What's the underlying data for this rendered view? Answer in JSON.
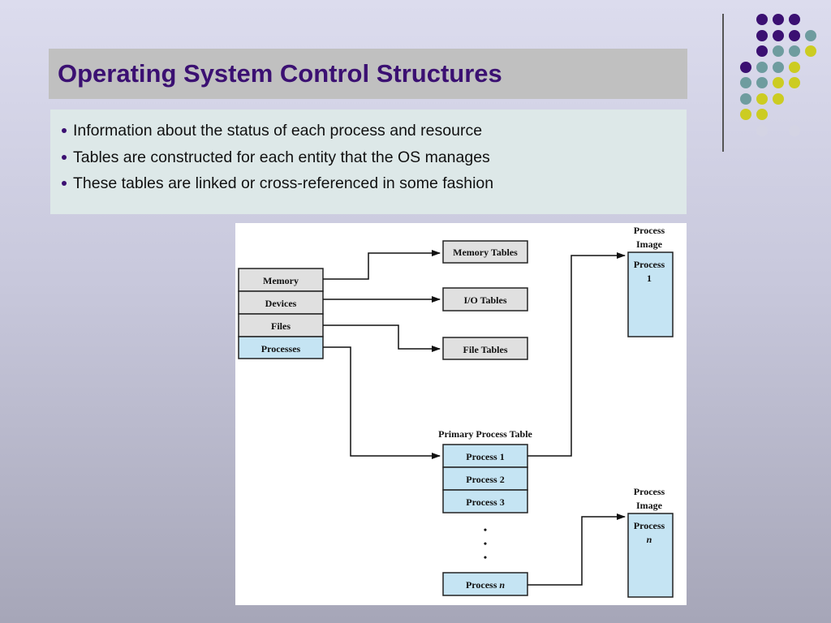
{
  "slide": {
    "title": "Operating System Control Structures",
    "bullets": [
      "Information about the status of each process and resource",
      "Tables are constructed for each entity that the OS manages",
      "These tables are linked or cross-referenced  in some fashion"
    ]
  },
  "decoration": {
    "dot_colors": {
      "purple": "#3b1072",
      "teal": "#6e9c9f",
      "yellow": "#cccc22",
      "pale": "#d4d4e4"
    }
  },
  "diagram": {
    "os_table": {
      "memory": "Memory",
      "devices": "Devices",
      "files": "Files",
      "processes": "Processes"
    },
    "memory_tables": "Memory Tables",
    "io_tables": "I/O Tables",
    "file_tables": "File Tables",
    "primary_process_table": {
      "title": "Primary Process Table",
      "p1": "Process 1",
      "p2": "Process 2",
      "p3": "Process 3",
      "pn_word": "Process",
      "pn_var": "n"
    },
    "process_image_1": {
      "label_line1": "Process",
      "label_line2": "Image",
      "content_line1": "Process",
      "content_line2": "1"
    },
    "process_image_n": {
      "label_line1": "Process",
      "label_line2": "Image",
      "content_line1": "Process",
      "content_line2": "n"
    },
    "ellipsis": "•"
  },
  "colors": {
    "title": "#3b1072",
    "title_bar": "#c0c0c0",
    "bullet_box": "#dde8e8",
    "gray_box": "#e0e0e0",
    "blue_box": "#c5e4f3"
  }
}
